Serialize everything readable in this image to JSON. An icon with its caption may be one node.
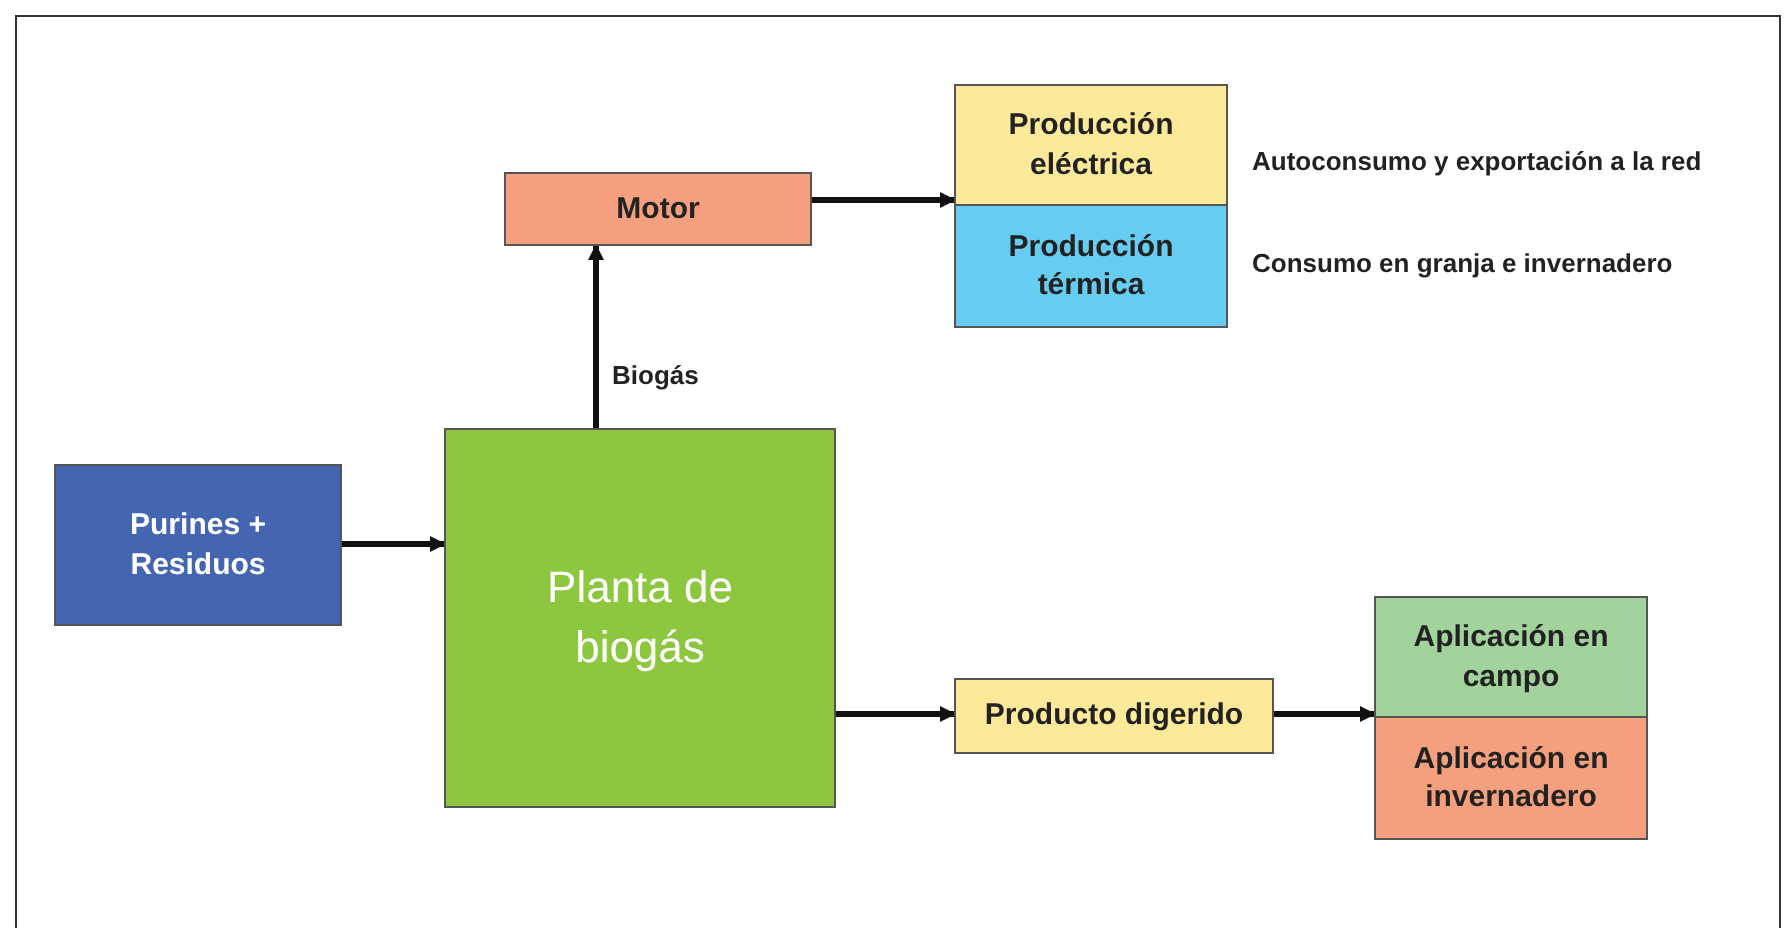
{
  "diagram": {
    "nodes": [
      {
        "text": [
          "Purines + Residuos"
        ]
      },
      {
        "text": [
          "Planta de biogás"
        ]
      },
      {
        "text": [
          "Motor"
        ]
      },
      {
        "text": [
          "Producción eléctrica"
        ],
        "beside": [
          "Autoconsumo y exportación a la red"
        ]
      },
      {
        "text": [
          "Producción térmica"
        ],
        "beside": [
          "Consumo en granja e invernadero"
        ]
      },
      {
        "text": [
          "Producto digerido"
        ]
      },
      {
        "text": [
          "Aplicación en campo"
        ]
      },
      {
        "text": [
          "Aplicación en invernadero"
        ]
      }
    ],
    "edges": [
      {
        "from": 0,
        "to": 1,
        "arrow": "to"
      },
      {
        "from": 1,
        "to": 2,
        "arrow": "to",
        "label": "Biogás"
      },
      {
        "from": 2,
        "to": 3,
        "arrow": "to"
      },
      {
        "from": 1,
        "to": 5,
        "arrow": "to"
      },
      {
        "from": 5,
        "to": 6,
        "arrow": "to"
      }
    ]
  }
}
